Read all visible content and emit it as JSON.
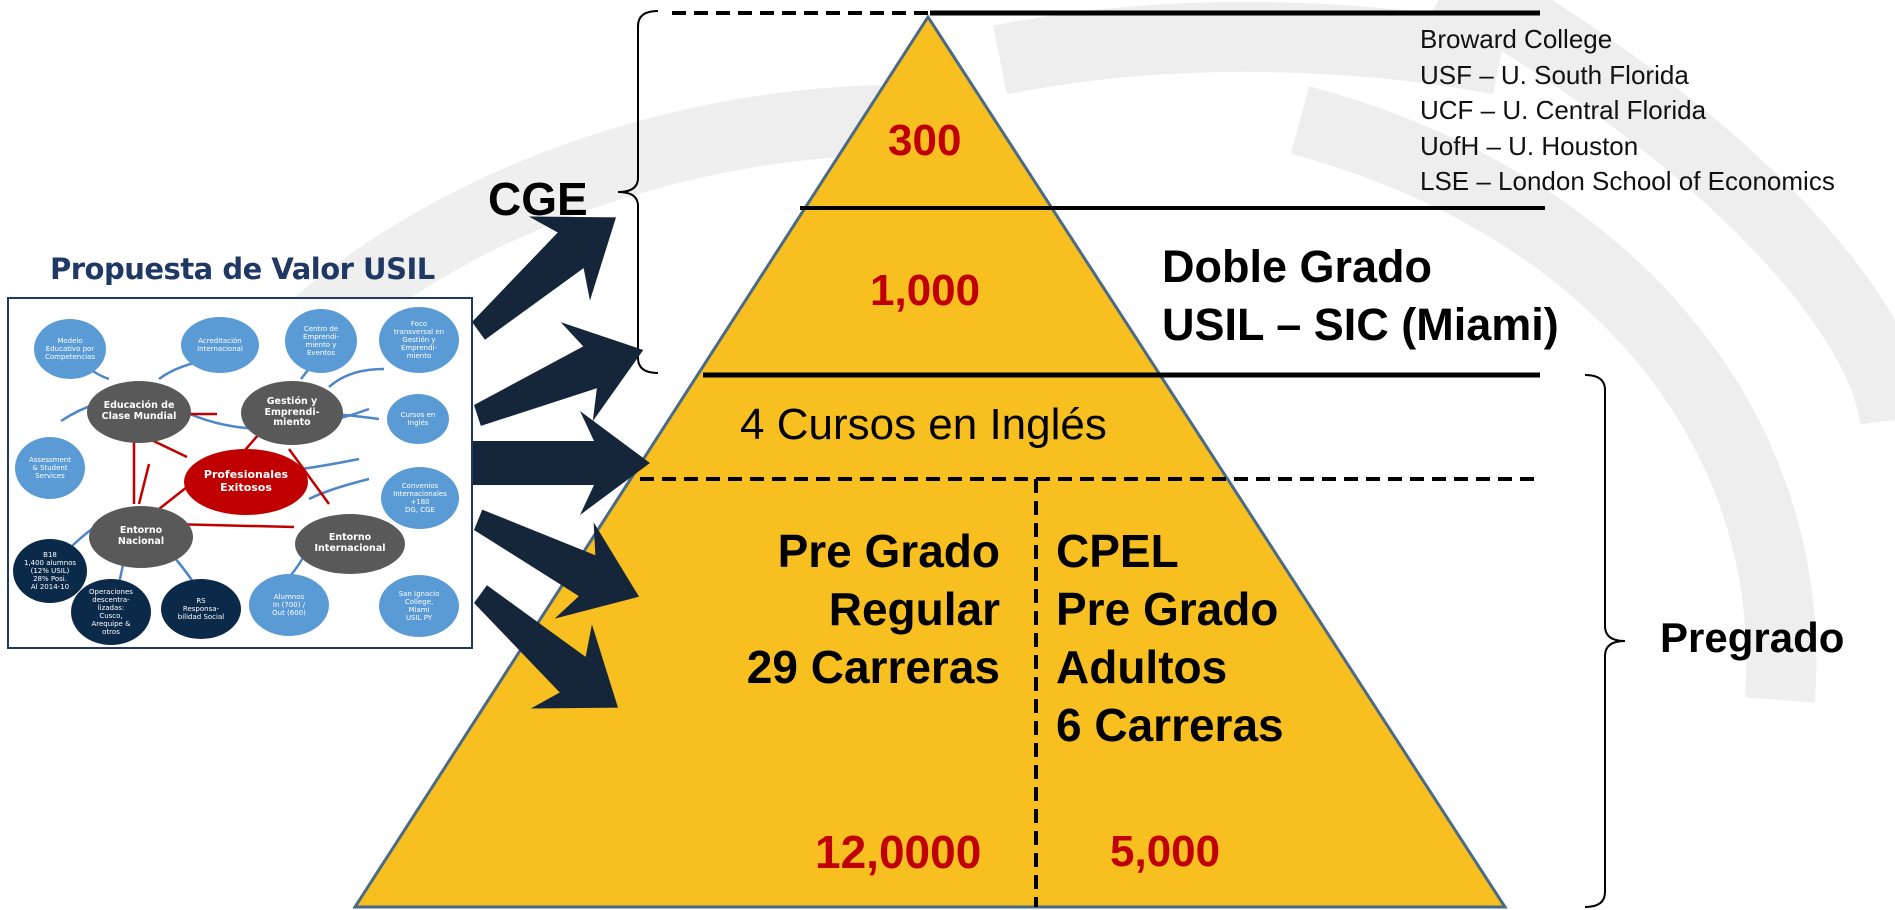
{
  "pyramid": {
    "top_value": "300",
    "doble_value": "1,000",
    "cursos_label": "4 Cursos en Inglés",
    "pregrado_label": "Pre Grado\nRegular\n29 Carreras",
    "pregrado_value": "12,0000",
    "cpel_label": "CPEL\nPre Grado\nAdultos\n6 Carreras",
    "cpel_value": "5,000"
  },
  "universities": [
    "Broward College",
    "USF – U. South Florida",
    "UCF – U. Central Florida",
    "UofH – U. Houston",
    "LSE – London School of Economics"
  ],
  "doble_grado": "Doble Grado\nUSIL – SIC (Miami)",
  "brace_labels": {
    "cge": "CGE",
    "pregrado": "Pregrado"
  },
  "propuesta": {
    "title": "Propuesta de Valor USIL",
    "center": "Profesionales\nExitosos",
    "hubs": [
      "Educación de\nClase Mundial",
      "Gestión y\nEmprendi-\nmiento",
      "Entorno\nNacional",
      "Entorno\nInternacional"
    ],
    "satellites": [
      "Modelo\nEducativo por\nCompetencias",
      "Acreditación\nInternacional",
      "Centro de\nEmprendi-\nmiento y\nEventos",
      "Foco\ntransversal en\nGestión y\nEmprendi-\nmiento",
      "Cursos en\nInglés",
      "Assessment\n& Student\nServices",
      "Convenios\nInternacionales\n+180\nDG, CGE",
      "Alumnos\nIn (700) /\nOut (600)",
      "San Ignacio\nCollege,\nMiami\nUSIL PY",
      "B18\n1,400 alumnos\n(12% USIL)\n28% Posi.\nAl 2014-10",
      "Operaciones\ndescentra-\nlizadas:\nCusco,\nArequipe &\notros",
      "RS\nResponsa-\nbilidad Social"
    ]
  },
  "colors": {
    "pyramid_fill": "#f7bf20",
    "values": "#c00000",
    "arrow": "#15253a",
    "mini_hub": "#595959",
    "mini_center": "#c00000",
    "mini_satellite": "#5b9bd5"
  }
}
